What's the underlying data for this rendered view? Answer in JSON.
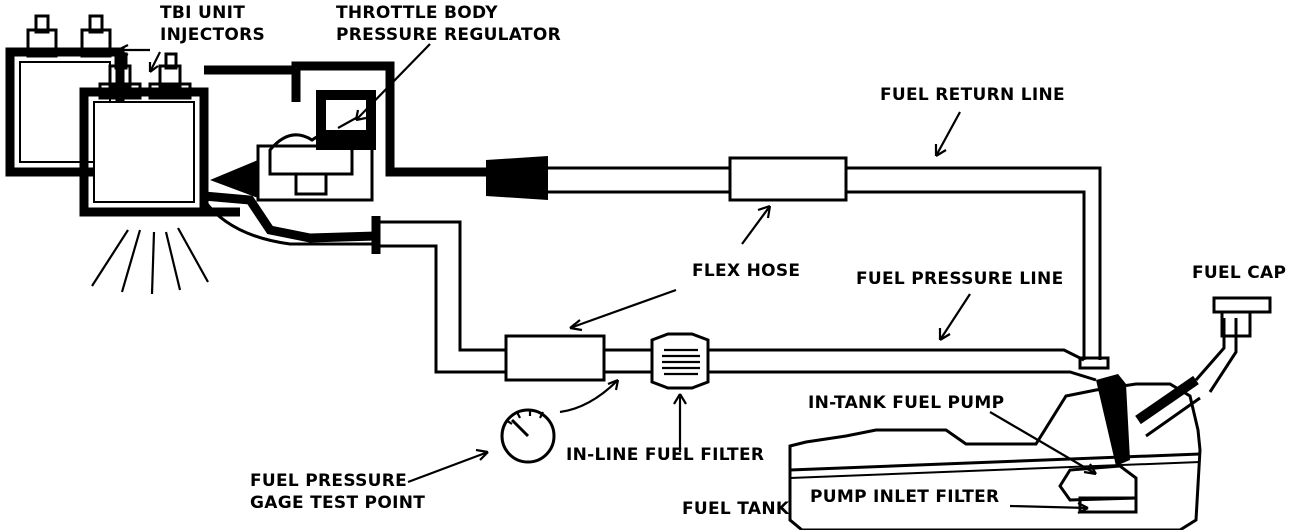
{
  "labels": {
    "tbi_unit_injectors_1": "TBI UNIT",
    "tbi_unit_injectors_2": "INJECTORS",
    "throttle_body_1": "THROTTLE BODY",
    "throttle_body_2": "PRESSURE REGULATOR",
    "fuel_return_line": "FUEL RETURN LINE",
    "flex_hose": "FLEX HOSE",
    "fuel_pressure_line": "FUEL PRESSURE LINE",
    "fuel_cap": "FUEL CAP",
    "in_tank_fuel_pump": "IN-TANK  FUEL PUMP",
    "in_line_fuel_filter": "IN-LINE FUEL FILTER",
    "fuel_pressure_gage_1": "FUEL PRESSURE",
    "fuel_pressure_gage_2": "GAGE TEST POINT",
    "fuel_tank": "FUEL TANK",
    "pump_inlet_filter": "PUMP INLET FILTER"
  }
}
